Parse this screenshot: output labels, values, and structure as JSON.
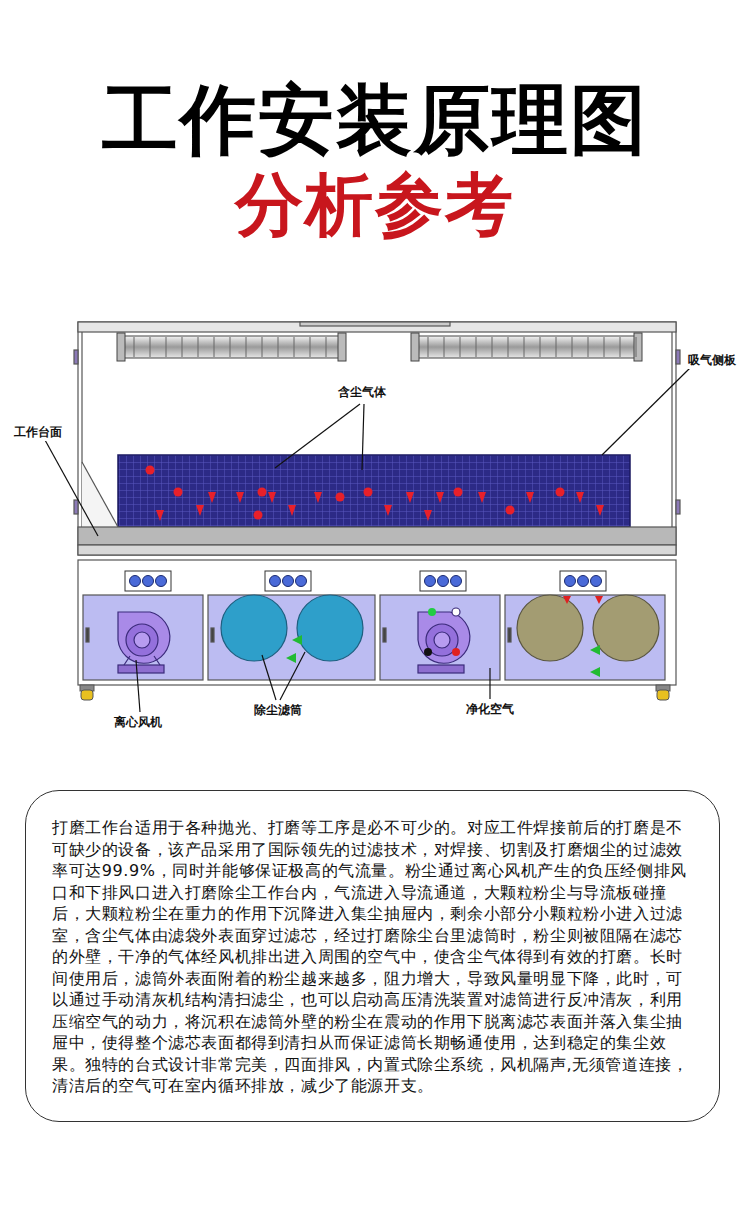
{
  "diagram": {
    "title": "工作安装原理图",
    "nodes": [
      {
        "text": [
          "打磨工作台适用于各种抛光、打磨等工序是必不可少的。对应工件焊接前后的打磨是不可缺少的设备，该产品采用了国际领先的过滤技术，对焊接、切割及打磨烟尘的过滤效率可达99.9%，同时并能够保证极高的气流量。粉尘通过离心风机产生的负压经侧排风口和下排风口进入打磨除尘工作台内，气流进入导流通道，大颗粒粉尘与导流板碰撞后，大颗粒粉尘在重力的作用下沉降进入集尘抽屉内，剩余小部分小颗粒粉小进入过滤室，含尘气体由滤袋外表面穿过滤芯，经过打磨除尘台里滤筒时，粉尘则被阻隔在滤芯的外壁，干净的气体经风机排出进入周围的空气中，使含尘气体得到有效的打磨。长时间使用后，滤筒外表面附着的粉尘越来越多，阻力增大，导致风量明显下降，此时，可以通过手动清灰机结构清扫滤尘，也可以启动高压清洗装置对滤筒进行反冲清灰，利用压缩空气的动力，将沉积在滤筒外壁的粉尘在震动的作用下脱离滤芯表面并落入集尘抽屉中，使得整个滤芯表面都得到清扫从而保证滤筒长期畅通使用，达到稳定的集尘效果。独特的台式设计非常完美，四面排风，内置式除尘系统，风机隔声,无须管道连接，清洁后的空气可在室内循环排放，减少了能源开支。"
        ]
      }
    ],
    "labels": [
      "分析参考",
      "吸气侧板",
      "含尘气体",
      "工作台面",
      "离心风机",
      "除尘滤筒",
      "净化空气"
    ]
  }
}
